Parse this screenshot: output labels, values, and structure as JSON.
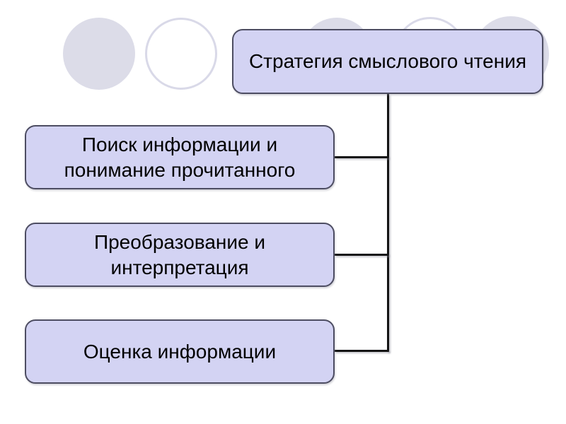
{
  "slide": {
    "title_node": "Стратегия смыслового чтения",
    "child_nodes": [
      {
        "lines": [
          "Поиск информации и",
          "понимание прочитанного"
        ]
      },
      {
        "lines": [
          "Преобразование и",
          "интерпретация"
        ]
      },
      {
        "lines": [
          "Оценка информации"
        ]
      }
    ]
  },
  "colors": {
    "node_fill": "#d3d3f3",
    "node_border": "#4d4d62",
    "circle_fill": "#dcdce8",
    "circle_border": "#d9d9e8",
    "connector": "#141414",
    "canvas_bg": "#ffffff",
    "text": "#000000"
  }
}
